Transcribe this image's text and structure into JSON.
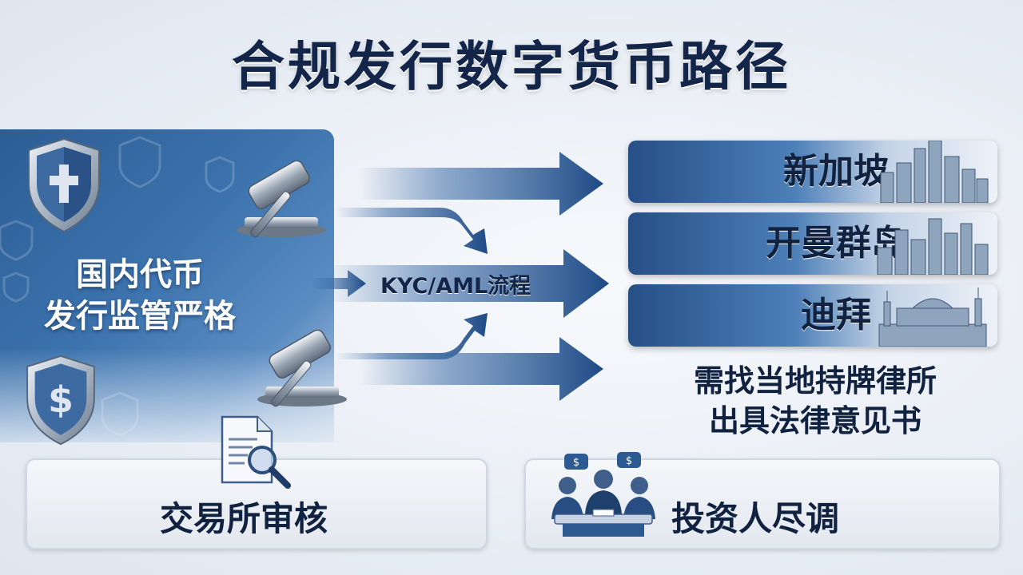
{
  "title": "合规发行数字货币路径",
  "domestic": {
    "line1": "国内代币",
    "line2": "发行监管严格"
  },
  "process_label": "KYC/AML流程",
  "destinations": [
    {
      "label": "新加坡"
    },
    {
      "label": "开曼群岛"
    },
    {
      "label": "迪拜"
    }
  ],
  "lawyer_note": {
    "line1": "需找当地持牌律所",
    "line2": "出具法律意见书"
  },
  "exchange_review": "交易所审核",
  "investor_dd": "投资人尽调",
  "colors": {
    "primary": "#2c5d95",
    "dark_text": "#13264a",
    "silver": "#b9c3cf"
  },
  "icons": [
    "shield-icon",
    "gavel-icon",
    "document-search-icon",
    "meeting-icon",
    "city-skyline-icon",
    "arrow-icon"
  ]
}
